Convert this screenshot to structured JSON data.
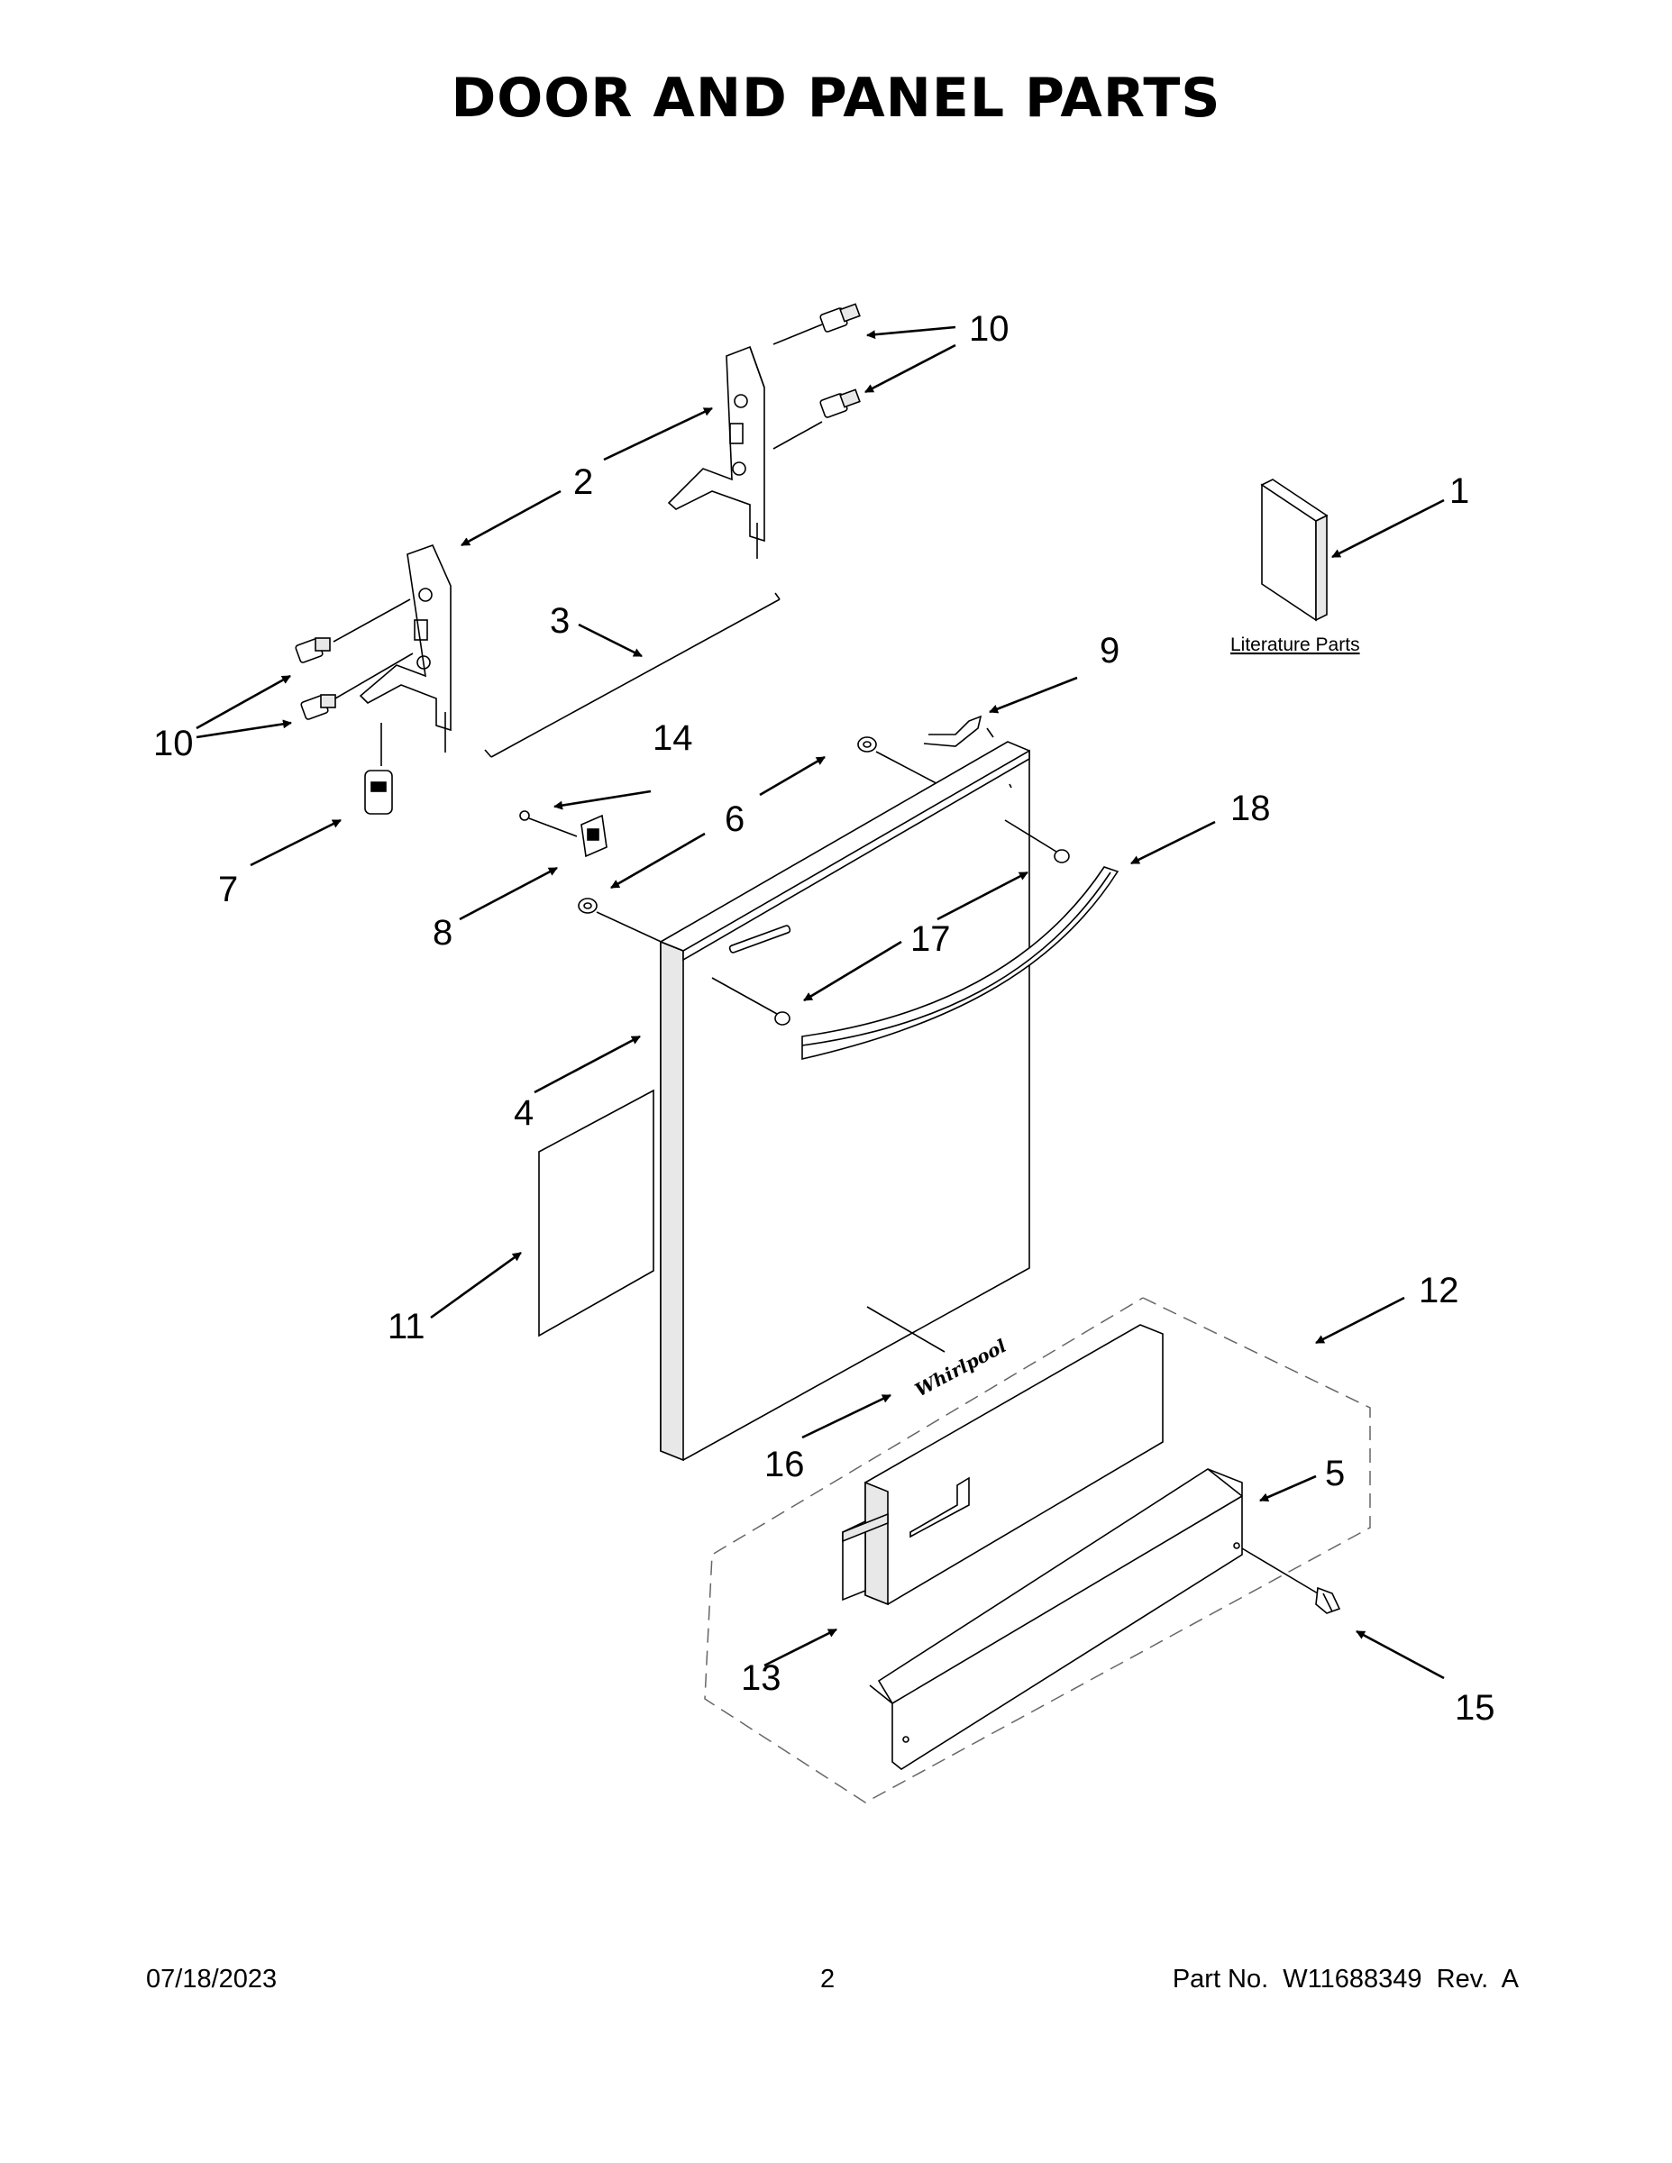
{
  "title": "DOOR AND PANEL PARTS",
  "callouts": {
    "c1": "1",
    "c2": "2",
    "c3": "3",
    "c4": "4",
    "c5": "5",
    "c6": "6",
    "c7": "7",
    "c8": "8",
    "c9": "9",
    "c10a": "10",
    "c10b": "10",
    "c11": "11",
    "c12": "12",
    "c13": "13",
    "c14": "14",
    "c15": "15",
    "c16": "16",
    "c17": "17",
    "c18": "18"
  },
  "literature_label": "Literature Parts",
  "logo_text": "Whirlpool",
  "footer": {
    "date": "07/18/2023",
    "page": "2",
    "part_no": "Part No.  W11688349  Rev.  A"
  }
}
